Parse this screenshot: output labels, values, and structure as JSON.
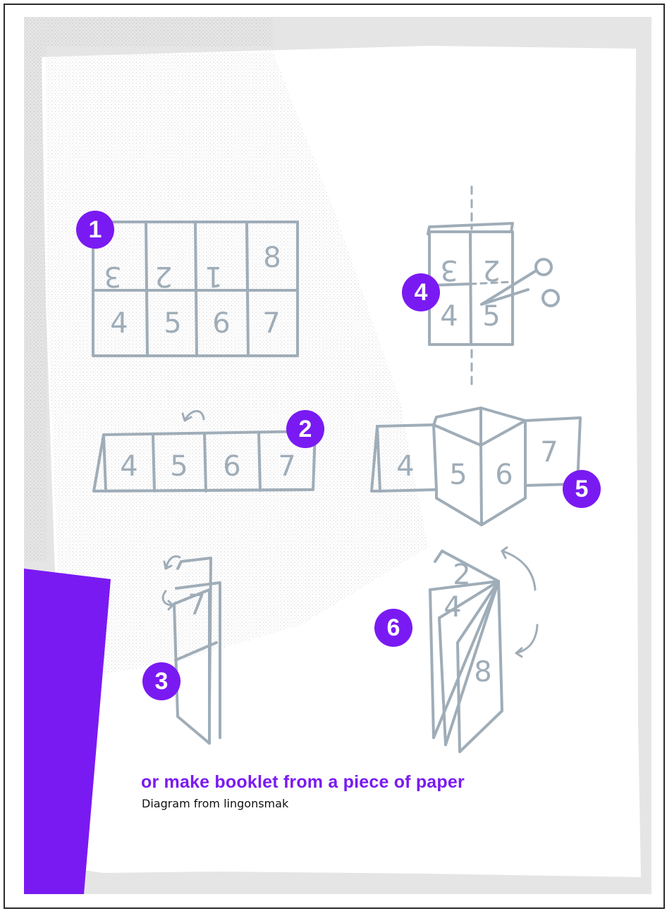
{
  "caption": {
    "title": "or make booklet from a piece of paper",
    "subtitle": "Diagram from lingonsmak"
  },
  "steps": [
    {
      "number": "1"
    },
    {
      "number": "2"
    },
    {
      "number": "3"
    },
    {
      "number": "4"
    },
    {
      "number": "5"
    },
    {
      "number": "6"
    }
  ],
  "step1_panels": {
    "top_row": [
      "3",
      "2",
      "1",
      "8"
    ],
    "bottom_row": [
      "4",
      "5",
      "6",
      "7"
    ]
  },
  "step2_panels": [
    "4",
    "5",
    "6",
    "7"
  ],
  "step4_panels": {
    "top_row": [
      "3",
      "2"
    ],
    "bottom_row": [
      "4",
      "5"
    ]
  },
  "step5_panels": [
    "4",
    "5",
    "6",
    "7"
  ],
  "step3_visible": [
    "7"
  ],
  "step6_visible": [
    "2",
    "4",
    "8"
  ],
  "colors": {
    "accent": "#7a1af2",
    "sketch": "#9fadb8",
    "background_grey": "#e5e5e5"
  }
}
